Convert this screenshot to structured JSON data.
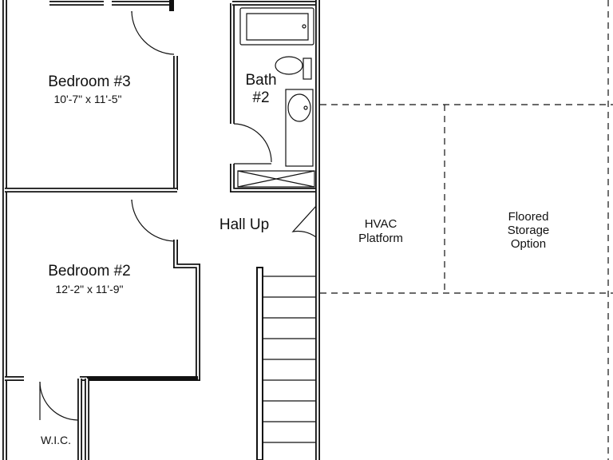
{
  "rooms": {
    "bedroom3": {
      "name": "Bedroom #3",
      "dims": "10'-7\" x 11'-5\""
    },
    "bedroom2": {
      "name": "Bedroom #2",
      "dims": "12'-2\" x 11'-9\""
    },
    "bath2": {
      "name_line1": "Bath",
      "name_line2": "#2"
    },
    "hall": {
      "name": "Hall Up"
    },
    "hvac": {
      "line1": "HVAC",
      "line2": "Platform"
    },
    "storage": {
      "line1": "Floored",
      "line2": "Storage",
      "line3": "Option"
    },
    "wic": {
      "name": "W.I.C."
    }
  }
}
